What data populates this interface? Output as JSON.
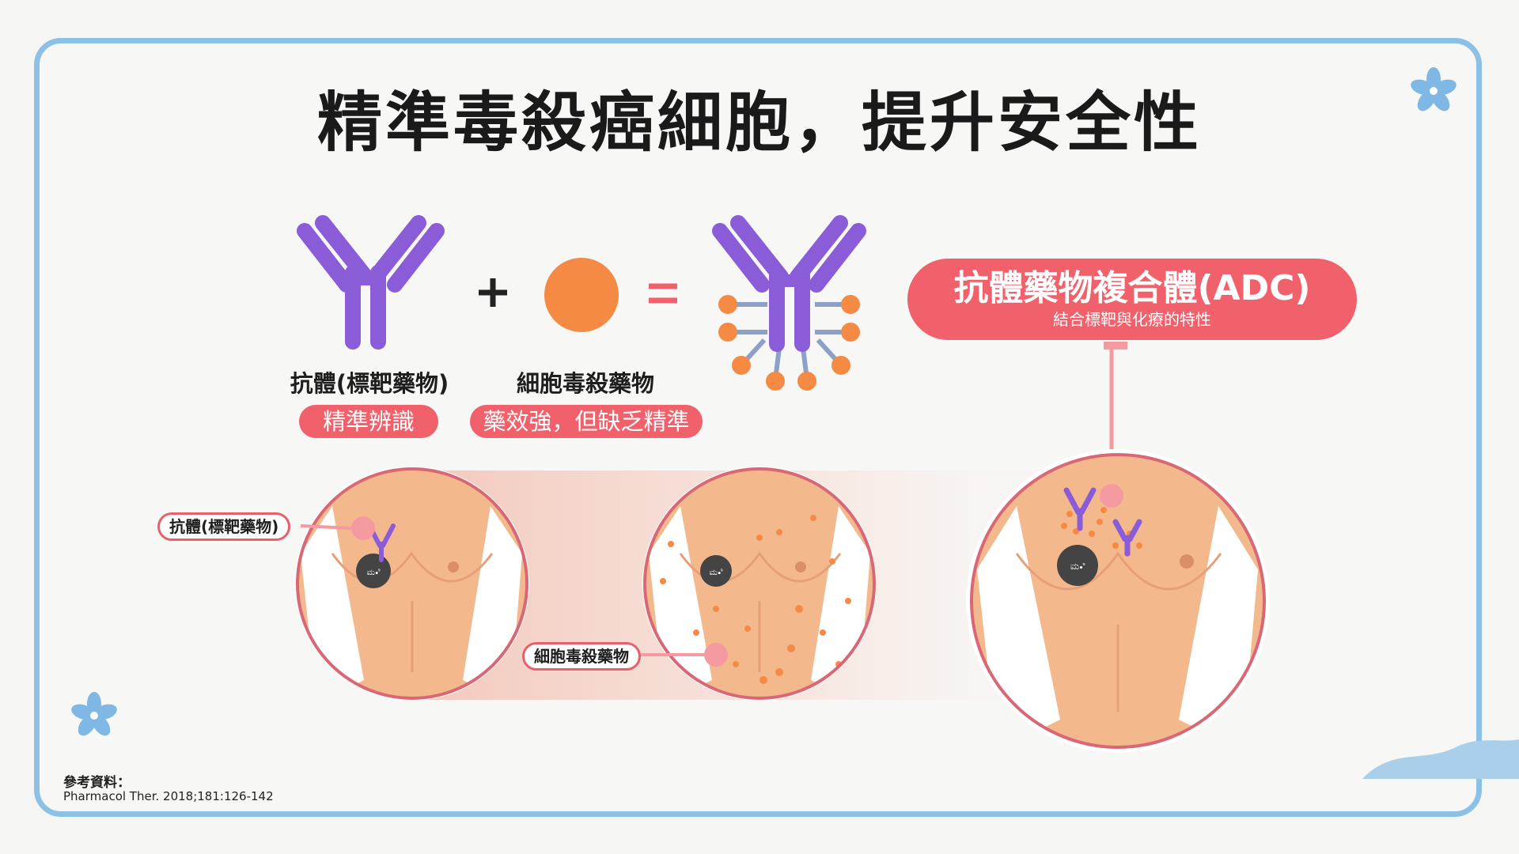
{
  "title": "精準毒殺癌細胞，提升安全性",
  "components": {
    "antibody_label": "抗體(標靶藥物)",
    "antibody_pill": "精準辨識",
    "plus": "+",
    "drug_label": "細胞毒殺藥物",
    "drug_pill": "藥效強，但缺乏精準",
    "equals": "="
  },
  "adc": {
    "title": "抗體藥物複合體(ADC)",
    "subtitle": "結合標靶與化療的特性"
  },
  "callouts": {
    "antibody": "抗體(標靶藥物)",
    "drug": "細胞毒殺藥物"
  },
  "reference": {
    "heading": "參考資料：",
    "citation": "Pharmacol Ther. 2018;181:126-142"
  },
  "colors": {
    "antibody": "#8a5cd8",
    "drug": "#f58a45",
    "accent": "#f0616b",
    "frame": "#8cc0e4",
    "skin": "#f3b98d"
  }
}
